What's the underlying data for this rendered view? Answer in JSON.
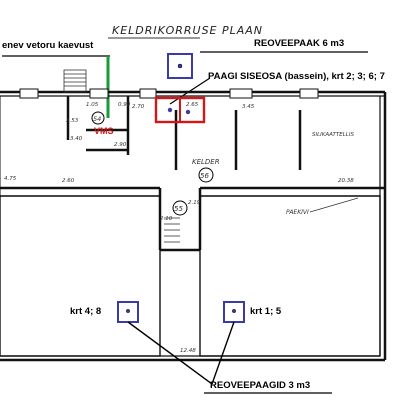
{
  "title": "KELDRIKORRUSE PLAAN",
  "labels": {
    "well_note": "enev vetoru kaevust",
    "vms": "VMS",
    "tank_top": "REOVEEPAAK 6 m3",
    "tank_parts": "PAAGI SISEOSA (bassein), krt 2; 3; 6; 7",
    "krt_left": "krt 4; 8",
    "krt_right": "krt 1; 5",
    "tanks_bottom": "REOVEEPAAGID 3 m3",
    "room_keldr": "KELDER",
    "room_number_56": "56",
    "room_number_54": "54",
    "room_number_55": "55",
    "silikat": "SILIKAATTELLIS",
    "paekivi": "PAEKIVI"
  },
  "dimensions": {
    "d1": "3.53",
    "d2": "3.40",
    "d3": "2.70",
    "d4": "2.65",
    "d5": "3.45",
    "d6": "20.38",
    "d7": "4.75",
    "d8": "2.60",
    "d9": "2.19",
    "d10": "12.48",
    "d11": "2.90",
    "d12": "1.05",
    "d13": "0.90",
    "d14": "2.10"
  },
  "colors": {
    "marker_blue": "#3a3aa8",
    "marker_red": "#d01818",
    "pipe_green": "#1a9a3a",
    "wall": "#111111"
  }
}
